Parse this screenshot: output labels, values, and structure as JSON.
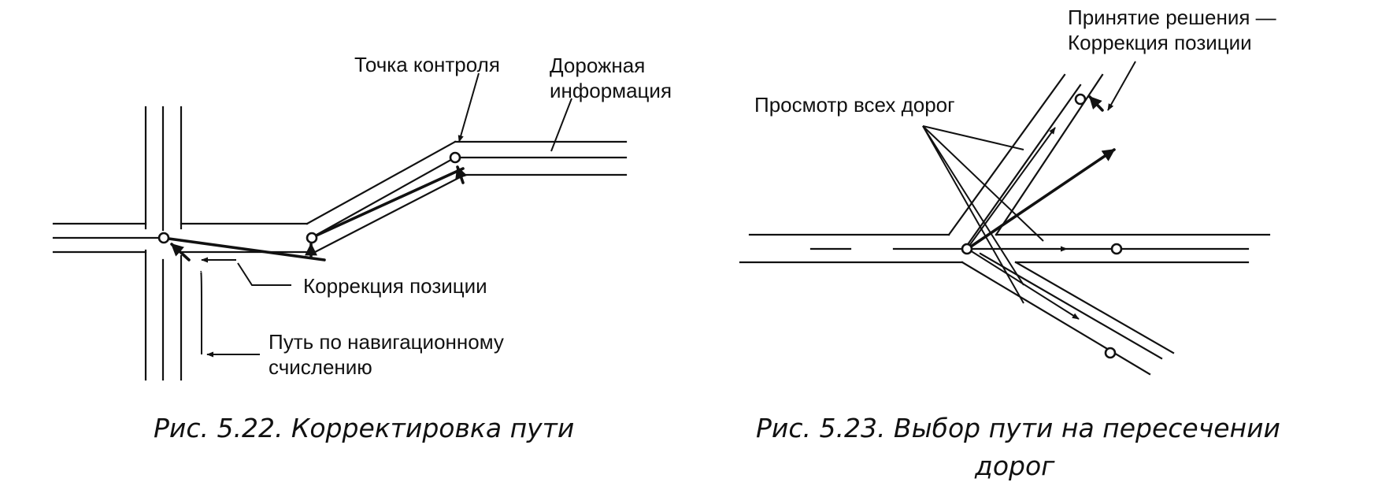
{
  "figure_522": {
    "caption": "Рис. 5.22. Корректировка пути",
    "labels": {
      "control_point": "Точка контроля",
      "road_info_line1": "Дорожная",
      "road_info_line2": "информация",
      "position_correction": "Коррекция позиции",
      "dead_reckoning_line1": "Путь по навигационному",
      "dead_reckoning_line2": "счислению"
    }
  },
  "figure_523": {
    "caption_line1": "Рис. 5.23. Выбор пути на пересечении",
    "caption_line2": "дорог",
    "labels": {
      "decision_line1": "Принятие решения —",
      "decision_line2": "Коррекция позиции",
      "view_all_roads": "Просмотр всех дорог"
    }
  }
}
